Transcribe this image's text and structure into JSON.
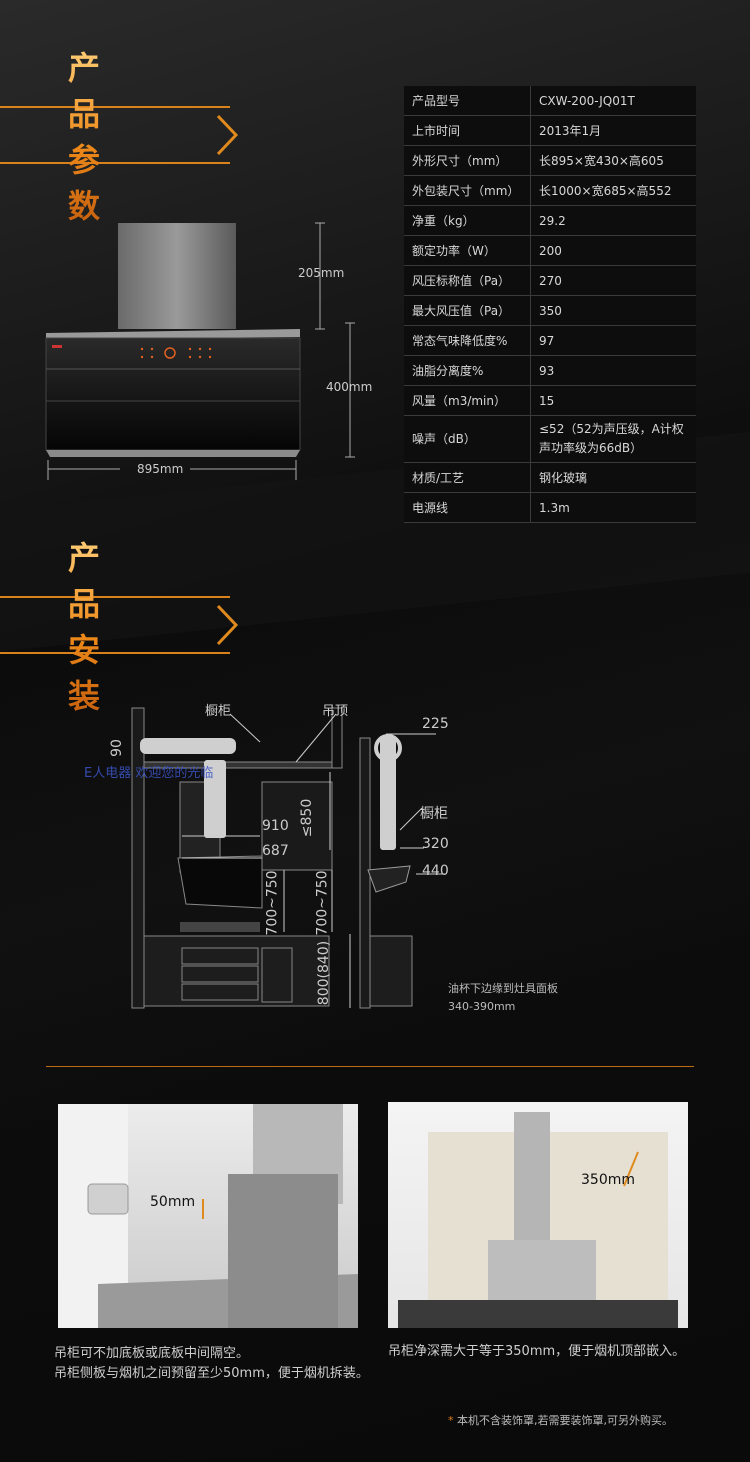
{
  "section1": {
    "title": "产品参数"
  },
  "section2": {
    "title": "产品安装"
  },
  "specs": [
    {
      "k": "产品型号",
      "v": "CXW-200-JQ01T"
    },
    {
      "k": "上市时间",
      "v": "2013年1月"
    },
    {
      "k": "外形尺寸（mm）",
      "v": "长895×宽430×高605"
    },
    {
      "k": "外包装尺寸（mm）",
      "v": "长1000×宽685×高552"
    },
    {
      "k": "净重（kg）",
      "v": "29.2"
    },
    {
      "k": "额定功率（W）",
      "v": "200"
    },
    {
      "k": "风压标称值（Pa）",
      "v": "270"
    },
    {
      "k": "最大风压值（Pa）",
      "v": "350"
    },
    {
      "k": "常态气味降低度%",
      "v": "97"
    },
    {
      "k": "油脂分离度%",
      "v": "93"
    },
    {
      "k": "风量（m3/min）",
      "v": "15"
    },
    {
      "k": "噪声（dB）",
      "v": "≤52（52为声压级，A计权声功率级为66dB）"
    },
    {
      "k": "材质/工艺",
      "v": "钢化玻璃"
    },
    {
      "k": "电源线",
      "v": "1.3m"
    }
  ],
  "product_dims": {
    "top": "205mm",
    "body": "400mm",
    "width": "895mm"
  },
  "install": {
    "cabinet1": "橱柜",
    "ceiling": "吊顶",
    "d90": "90",
    "d850": "≤850",
    "d910": "910",
    "d687": "687",
    "d700a": "700~750",
    "d700b": "700~750",
    "d800": "800(840)",
    "d225": "225",
    "cabinet2": "橱柜",
    "d320": "320",
    "d440": "440",
    "note_line1": "油杯下边缘到灶具面板",
    "note_line2": "340-390mm",
    "watermark": "E人电器 欢迎您的光临"
  },
  "photo1": {
    "label": "50mm"
  },
  "photo2": {
    "label": "350mm"
  },
  "captions": {
    "left_line1": "吊柜可不加底板或底板中间隔空。",
    "left_line2": "吊柜侧板与烟机之间预留至少50mm，便于烟机拆装。",
    "right_line1": "吊柜净深需大于等于350mm，便于烟机顶部嵌入。",
    "footnote_star": "*",
    "footnote": "本机不含装饰罩,若需要装饰罩,可另外购买。"
  },
  "icons": [
    "chevron-right-icon",
    "chevron-right-icon"
  ],
  "colors": {
    "accent": "#e08a1e",
    "background": "#0b0b0b"
  }
}
